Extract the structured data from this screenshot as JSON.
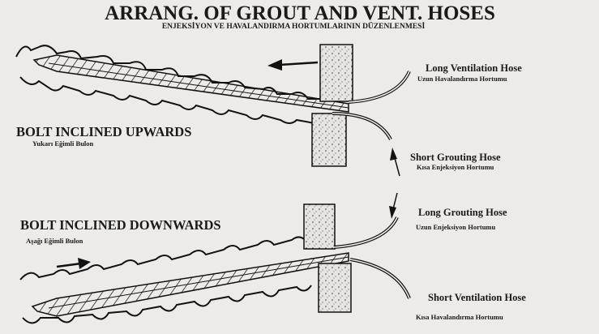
{
  "title": "ARRANG. OF GROUT AND VENT. HOSES",
  "subtitle": "ENJEKSİYON VE HAVALANDIRMA HORTUMLARININ DÜZENLENMESİ",
  "upper": {
    "heading": "BOLT INCLINED UPWARDS",
    "heading_tr": "Yukarı Eğimli Bulon"
  },
  "lower": {
    "heading": "BOLT INCLINED DOWNWARDS",
    "heading_tr": "Aşağı Eğimli Bulon"
  },
  "hoses": [
    {
      "label": "Long Ventilation Hose",
      "label_tr": "Uzun Havalandırma Hortumu"
    },
    {
      "label": "Short Grouting Hose",
      "label_tr": "Kısa Enjeksiyon Hortumu"
    },
    {
      "label": "Long  Grouting Hose",
      "label_tr": "Uzun Enjeksiyon Hortumu"
    },
    {
      "label": "Short Ventilation Hose",
      "label_tr": "Kısa Havalandırma Hortumu"
    }
  ],
  "colors": {
    "ink": "#1a1a1a",
    "paper": "#ecebe9"
  }
}
